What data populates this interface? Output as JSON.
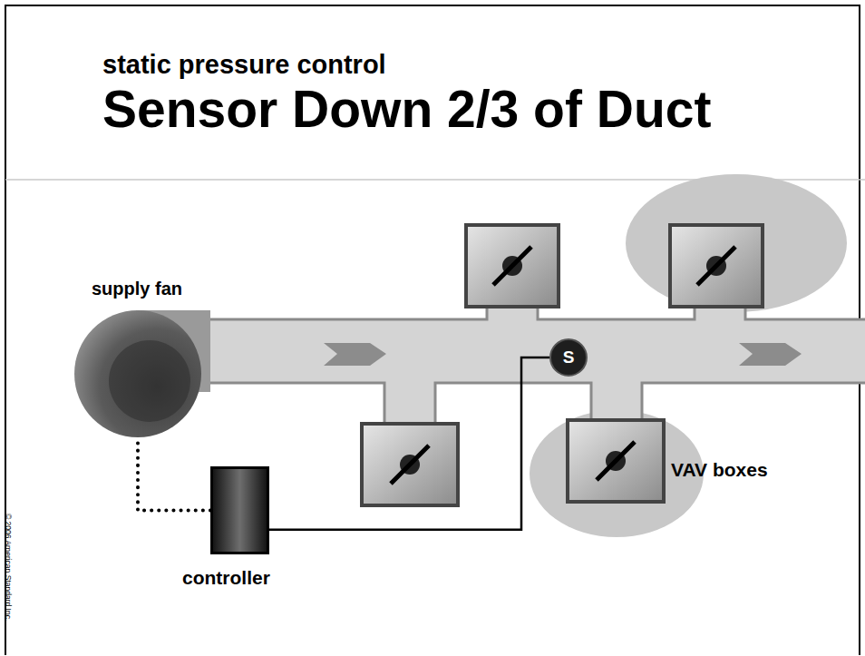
{
  "diagram": {
    "title": "Sensor Down 2/3 of Duct",
    "nodes": [
      {
        "text": [
          "supply fan"
        ]
      },
      {
        "text": [
          "S"
        ]
      },
      {
        "text": [
          "controller"
        ]
      }
    ],
    "edges": [
      {
        "from": 2,
        "to": 0,
        "arrow": "none"
      },
      {
        "from": 2,
        "to": 1,
        "arrow": "none"
      }
    ],
    "labels": [
      "static pressure control",
      "VAV boxes",
      "© 2006 American Standard Inc."
    ]
  }
}
